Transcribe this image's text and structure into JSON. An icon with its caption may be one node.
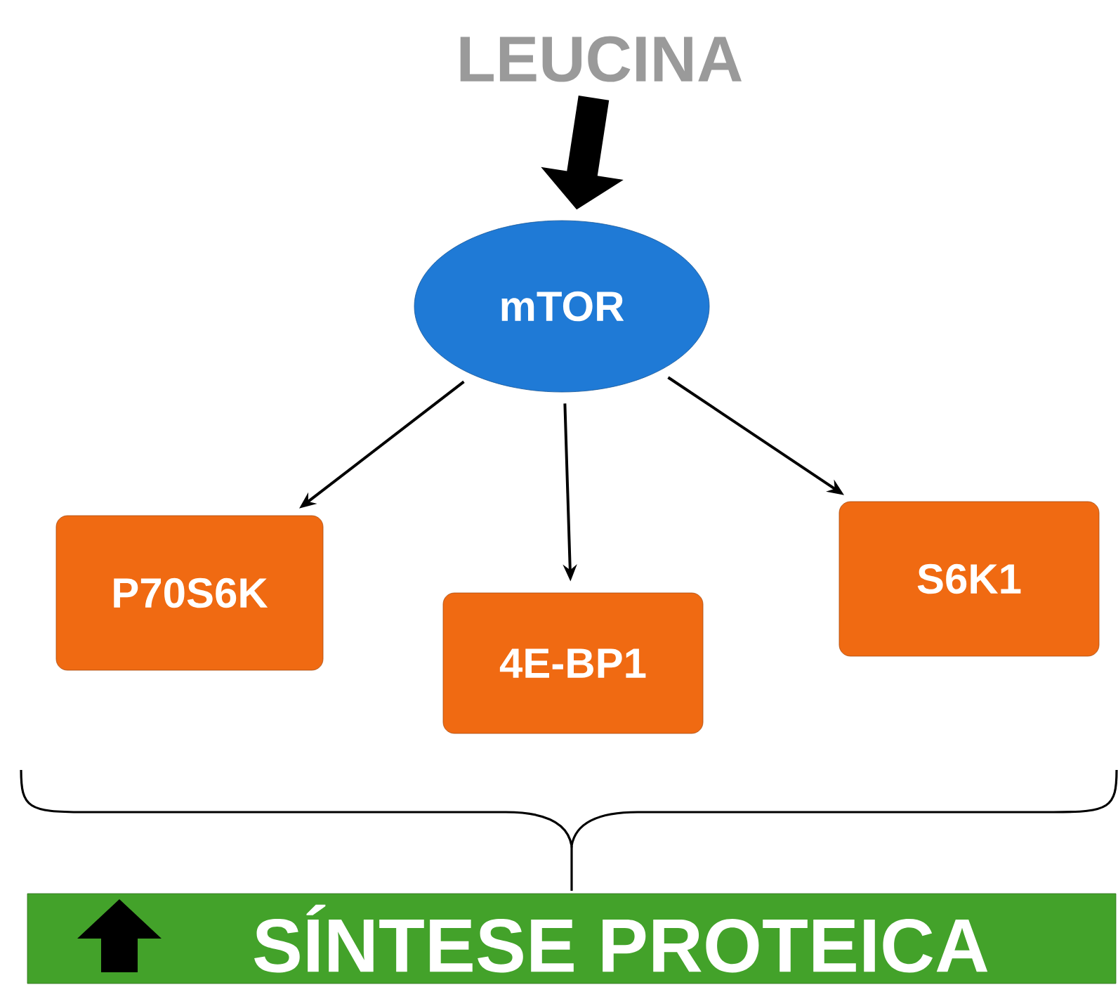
{
  "diagram": {
    "nodes": [
      {
        "text": [
          "LEUCINA"
        ]
      },
      {
        "text": [
          "mTOR"
        ]
      },
      {
        "text": [
          "P70S6K"
        ]
      },
      {
        "text": [
          "4E-BP1"
        ]
      },
      {
        "text": [
          "S6K1"
        ]
      },
      {
        "text": [
          "SÍNTESE PROTEICA"
        ]
      }
    ],
    "edges": [
      {
        "from": 0,
        "to": 1,
        "arrow": "to",
        "style": "thick"
      },
      {
        "from": 1,
        "to": 2,
        "arrow": "to"
      },
      {
        "from": 1,
        "to": 3,
        "arrow": "to"
      },
      {
        "from": 1,
        "to": 4,
        "arrow": "to"
      }
    ]
  }
}
